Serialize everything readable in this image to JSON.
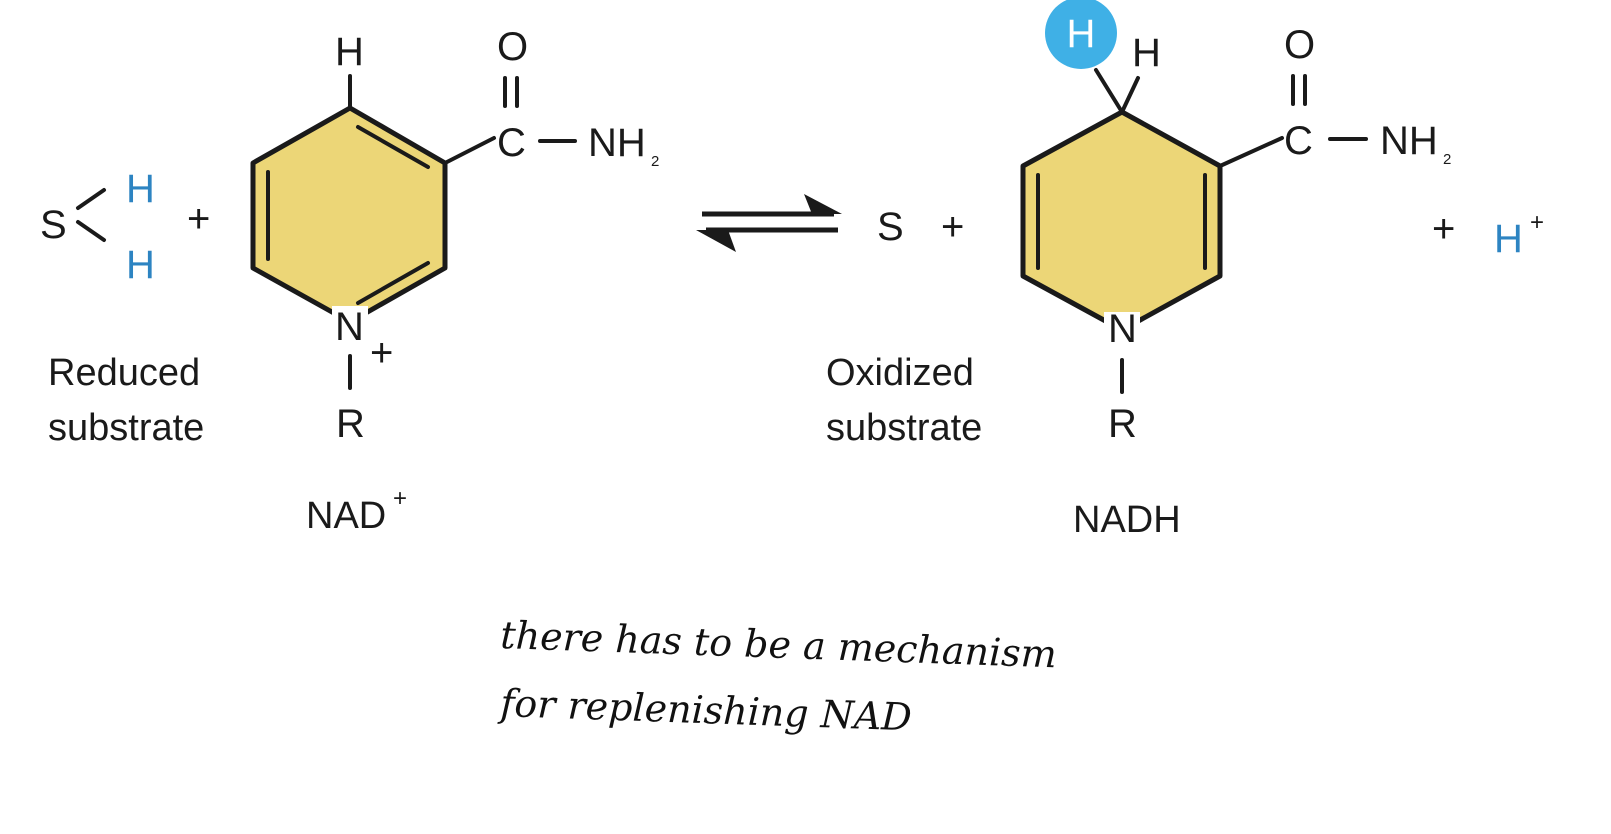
{
  "colors": {
    "ring_fill": "#ecd677",
    "hydrogen_blue": "#2d84c2",
    "hydride_circle": "#3fb0e6",
    "ink": "#1a1a1a"
  },
  "reaction": {
    "reactant_substrate": {
      "atom": "S",
      "hydrogen_top": "H",
      "hydrogen_bottom": "H",
      "caption_line1": "Reduced",
      "caption_line2": "substrate"
    },
    "plus": "+",
    "nad_plus": {
      "h_atom": "H",
      "o_atom": "O",
      "carbonyl_c": "C",
      "amide_nh": "NH",
      "amide_subscript": "2",
      "n_atom": "N",
      "n_charge": "+",
      "r_group": "R",
      "name": "NAD",
      "name_superscript": "+"
    },
    "equilibrium_arrow": "equilibrium-arrow-icon",
    "product_substrate": {
      "atom": "S",
      "caption_line1": "Oxidized",
      "caption_line2": "substrate"
    },
    "nadh": {
      "hydride_label": "H",
      "h_atom": "H",
      "o_atom": "O",
      "carbonyl_c": "C",
      "amide_nh": "NH",
      "amide_subscript": "2",
      "n_atom": "N",
      "r_group": "R",
      "name": "NADH"
    },
    "proton": {
      "symbol": "H",
      "charge": "+"
    }
  },
  "handwritten_note": {
    "line1": "there has to be a mechanism",
    "line2": "for replenishing NAD"
  }
}
